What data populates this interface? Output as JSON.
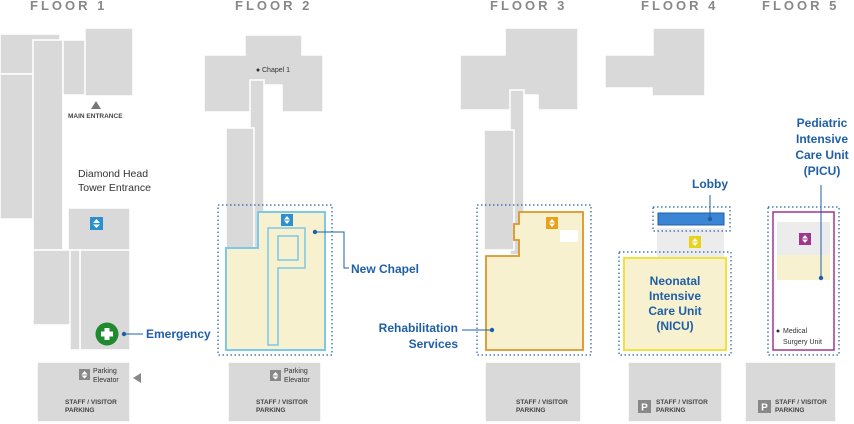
{
  "floors": [
    {
      "title": "FLOOR 1"
    },
    {
      "title": "FLOOR 2"
    },
    {
      "title": "FLOOR 3"
    },
    {
      "title": "FLOOR 4"
    },
    {
      "title": "FLOOR 5"
    }
  ],
  "floor1": {
    "main_entrance": "MAIN ENTRANCE",
    "tower_entrance_line1": "Diamond Head",
    "tower_entrance_line2": "Tower Entrance",
    "emergency": "Emergency",
    "parking_elevator_line1": "Parking",
    "parking_elevator_line2": "Elevator",
    "parking_line1": "STAFF / VISITOR",
    "parking_line2": "PARKING"
  },
  "floor2": {
    "chapel1": "Chapel 1",
    "new_chapel": "New Chapel",
    "parking_elevator_line1": "Parking",
    "parking_elevator_line2": "Elevator",
    "parking_line1": "STAFF / VISITOR",
    "parking_line2": "PARKING"
  },
  "floor3": {
    "rehab_line1": "Rehabilitation",
    "rehab_line2": "Services",
    "parking_line1": "STAFF / VISITOR",
    "parking_line2": "PARKING"
  },
  "floor4": {
    "lobby": "Lobby",
    "nicu_line1": "Neonatal",
    "nicu_line2": "Intensive",
    "nicu_line3": "Care Unit",
    "nicu_line4": "(NICU)",
    "parking_icon": "P",
    "parking_line1": "STAFF / VISITOR",
    "parking_line2": "PARKING"
  },
  "floor5": {
    "picu_line1": "Pediatric",
    "picu_line2": "Intensive",
    "picu_line3": "Care Unit",
    "picu_line4": "(PICU)",
    "medical_line1": "Medical",
    "medical_line2": "Surgery Unit",
    "parking_icon": "P",
    "parking_line1": "STAFF / VISITOR",
    "parking_line2": "PARKING"
  },
  "colors": {
    "building": "#d9d9d9",
    "highlight_fill": "#f8f1cf",
    "callout_blue": "#1f5fa8",
    "dotted_outline": "#1f5fa8",
    "chapel_outline": "#7cc8e8",
    "rehab_outline": "#d9962a",
    "nicu_outline": "#f0e040",
    "lobby_fill": "#3a86d4",
    "picu_outline": "#a0368f",
    "emergency_green": "#1f8a2e",
    "elevator_blue": "#2b8fd0",
    "elevator_orange": "#e8a21a",
    "elevator_yellow": "#e8d21a",
    "elevator_purple": "#a0368f"
  },
  "icons": [
    "elevator-icon",
    "emergency-cross-icon",
    "parking-icon",
    "triangle-arrow-icon"
  ]
}
